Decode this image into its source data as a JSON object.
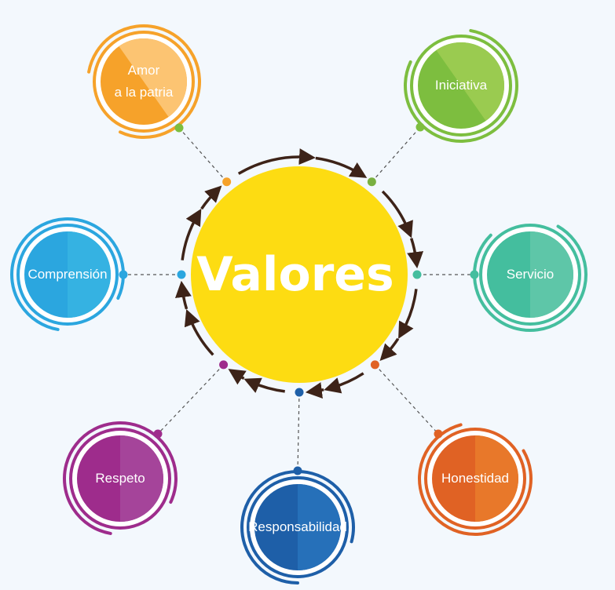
{
  "center": {
    "title": "Valores",
    "color": "#FDDC12"
  },
  "arrow_color": "#3D2318",
  "nodes": [
    {
      "label": "Amor\na la patria",
      "color": "#F6A22A",
      "light": "#FCC472",
      "dot": "#7DBE3F",
      "inner_dot": "#F6A22A"
    },
    {
      "label": "Iniciativa",
      "color": "#7DBE3F",
      "light": "#9ACB50",
      "dot": "#7DBE3F",
      "inner_dot": "#79B041"
    },
    {
      "label": "Servicio",
      "color": "#44BE9E",
      "light": "#5EC6A8",
      "dot": "#44BE9E",
      "inner_dot": "#44BE9E"
    },
    {
      "label": "Honestidad",
      "color": "#E06224",
      "light": "#E8782A",
      "dot": "#E06224",
      "inner_dot": "#E06224"
    },
    {
      "label": "Responsabilidad",
      "color": "#1E5FA8",
      "light": "#2670B9",
      "dot": "#1E5FA8",
      "inner_dot": "#1E5FA8"
    },
    {
      "label": "Respeto",
      "color": "#9E2C8C",
      "light": "#A5449A",
      "dot": "#9E2C8C",
      "inner_dot": "#9E2C8C"
    },
    {
      "label": "Comprensión",
      "color": "#2BA6DF",
      "light": "#35B2E2",
      "dot": "#2BA6DF",
      "inner_dot": "#2BA6DF"
    }
  ]
}
